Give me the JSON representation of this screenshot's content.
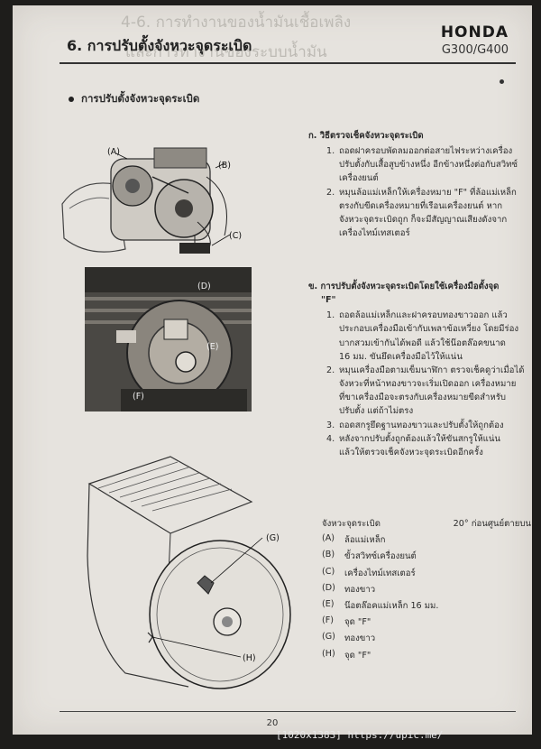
{
  "header": {
    "title": "6. การปรับตั้งจังหวะจุดระเบิด",
    "brand": "HONDA",
    "model": "G300/G400"
  },
  "ghost_text": {
    "line1": "4-6. การทำงานของน้ำมันเชื้อเพลิง",
    "line2": "และการทำงานของระบบน้ำมัน"
  },
  "section_heading": "การปรับตั้งจังหวะจุดระเบิด",
  "figure_labels": {
    "a": "(A)",
    "b": "(B)",
    "c": "(C)",
    "d": "(D)",
    "e": "(E)",
    "f": "(F)",
    "g": "(G)",
    "h": "(H)"
  },
  "section_check": {
    "heading": "ก. วิธีตรวจเช็คจังหวะจุดระเบิด",
    "steps": [
      {
        "num": "1.",
        "lines": [
          "ถอดฝาครอบพัดลมออกต่อสายไฟระหว่างเครื่อง",
          "ปรับตั้งกับเสื้อสูบข้างหนึ่ง อีกข้างหนึ่งต่อกับสวิทซ์",
          "เครื่องยนต์"
        ]
      },
      {
        "num": "2.",
        "lines": [
          "หมุนล้อแม่เหล็กให้เครื่องหมาย \"F\" ที่ล้อแม่เหล็ก",
          "ตรงกับขีดเครื่องหมายที่เรือนเครื่องยนต์ หาก",
          "จังหวะจุดระเบิดถูก ก็จะมีสัญญาณเสียงดังจาก",
          "เครื่องไทม์เทสเตอร์"
        ]
      }
    ]
  },
  "section_adjust": {
    "heading_line1": "ข. การปรับตั้งจังหวะจุดระเบิดโดยใช้เครื่องมือตั้งจุด",
    "heading_line2": "\"F\"",
    "steps": [
      {
        "num": "1.",
        "lines": [
          "ถอดล้อแม่เหล็กและฝาครอบทองขาวออก แล้ว",
          "ประกอบเครื่องมือเข้ากับเพลาข้อเหวี่ยง โดยมีร่อง",
          "บากสวมเข้ากันได้พอดี แล้วใช้น๊อตล๊อคขนาด",
          "16 มม. ขันยึดเครื่องมือไว้ให้แน่น"
        ]
      },
      {
        "num": "2.",
        "lines": [
          "หมุนเครื่องมือตามเข็มนาฬิกา ตรวจเช็คดูว่าเมื่อได้",
          "จังหวะที่หน้าทองขาวจะเริ่มเปิดออก เครื่องหมาย",
          "ที่ขาเครื่องมือจะตรงกับเครื่องหมายขีดสำหรับ",
          "ปรับตั้ง แต่ถ้าไม่ตรง"
        ]
      },
      {
        "num": "3.",
        "lines": [
          "ถอดสกรูยึดฐานทองขาวและปรับตั้งให้ถูกต้อง"
        ]
      },
      {
        "num": "4.",
        "lines": [
          "หลังจากปรับตั้งถูกต้องแล้วให้ขันสกรูให้แน่น",
          "แล้วให้ตรวจเช็คจังหวะจุดระเบิดอีกครั้ง"
        ]
      }
    ]
  },
  "spec": {
    "label": "จังหวะจุดระเบิด",
    "value": "20° ก่อนศูนย์ตายบน",
    "legend": [
      {
        "tag": "(A)",
        "text": "ล้อแม่เหล็ก"
      },
      {
        "tag": "(B)",
        "text": "ขั้วสวิทซ์เครื่องยนต์"
      },
      {
        "tag": "(C)",
        "text": "เครื่องไทม์เทสเตอร์"
      },
      {
        "tag": "(D)",
        "text": "ทองขาว"
      },
      {
        "tag": "(E)",
        "text": "น๊อตล๊อคแม่เหล็ก 16 มม."
      },
      {
        "tag": "(F)",
        "text": "จุด \"F\""
      },
      {
        "tag": "(G)",
        "text": "ทองขาว"
      },
      {
        "tag": "(H)",
        "text": "จุด \"F\""
      }
    ]
  },
  "footer": {
    "page_number": "20"
  },
  "watermark": "[1020x1383] https://upic.me/"
}
